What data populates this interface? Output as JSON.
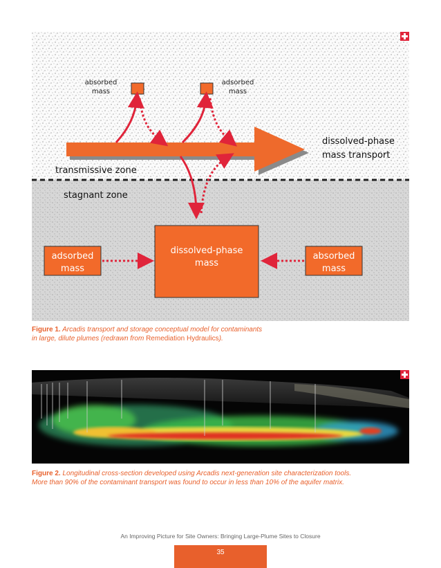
{
  "figure1": {
    "label_adsorbed_top_left": [
      "absorbed",
      "mass"
    ],
    "label_adsorbed_top_right": [
      "adsorbed",
      "mass"
    ],
    "label_transport": [
      "dissolved-phase",
      "mass transport"
    ],
    "label_transmissive": "transmissive zone",
    "label_stagnant": "stagnant zone",
    "label_dissolved_box": [
      "dissolved-phase",
      "mass"
    ],
    "label_left_box": [
      "adsorbed",
      "mass"
    ],
    "label_right_box": [
      "absorbed",
      "mass"
    ],
    "caption_title": "Figure 1.",
    "caption_text_1": "Arcadis transport and storage conceptual model for contaminants",
    "caption_text_2a": "in large, dilute plumes (redrawn from ",
    "caption_text_2b": "Remediation Hydraulics",
    "caption_text_2c": ")."
  },
  "figure2": {
    "caption_title": "Figure 2.",
    "caption_text_1": "Longitudinal cross-section developed using Arcadis next-generation site characterization tools.",
    "caption_text_2": "More than 90% of the contaminant transport was found to occur in less than 10% of the aquifer matrix."
  },
  "footer": {
    "text": "An Improving Picture for Site Owners: Bringing Large-Plume Sites to Closure",
    "page_number": "35"
  },
  "colors": {
    "accent": "#e8602c",
    "arrow_red": "#e0243a",
    "orange_box": "#f26a2a"
  }
}
